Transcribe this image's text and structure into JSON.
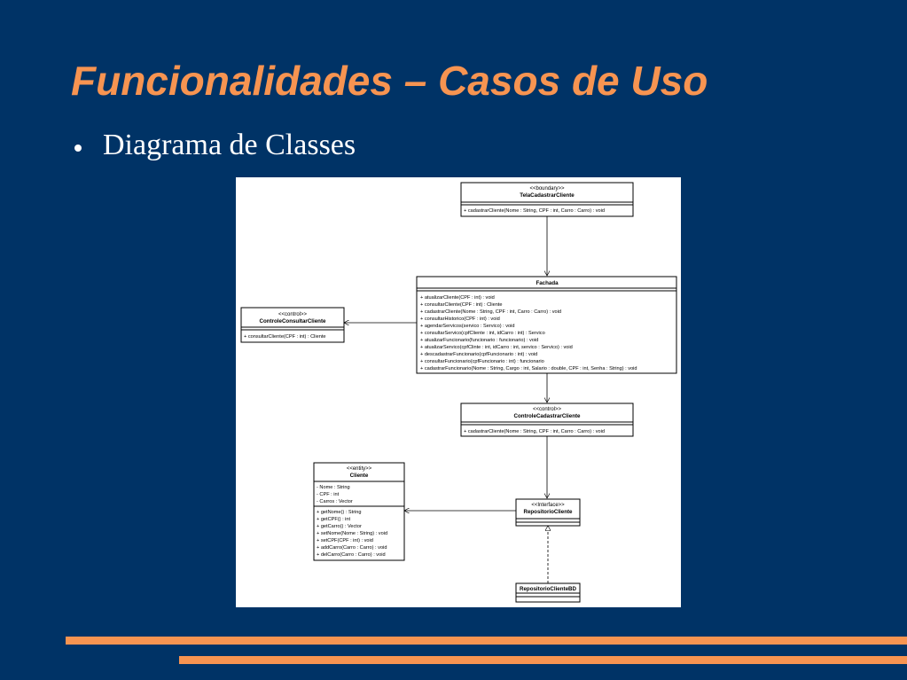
{
  "slide": {
    "title": "Funcionalidades – Casos de Uso",
    "bullet": "Diagrama de Classes",
    "accent_color": "#f79451",
    "background_color": "#003366"
  },
  "diagram": {
    "tela": {
      "stereotype": "<<boundary>>",
      "name": "TelaCadastrarCliente",
      "methods": [
        "+ cadastrarCliente(Nome : String, CPF : int, Carro : Carro) : void"
      ]
    },
    "fachada": {
      "name": "Fachada",
      "methods": [
        "+ atualizarCliente(CPF : int) : void",
        "+ consultarCliente(CPF : int) : Cliente",
        "+ cadastrarCliente(Nome : String, CPF : int, Carro : Carro) : void",
        "+ consultarHistorico(CPF : int) : void",
        "+ agendarServicos(servico : Servico) : void",
        "+ consultarServico(cpfCliente : int, idCarro : int) : Servico",
        "+ atualizarFuncionario(funcionario : funcionario) : void",
        "+ atualizarServico(cpfClinte : int, idCarro : int, servico : Servico) : void",
        "+ descadastrarFuncionario(cpfFuncionario : int) : void",
        "+ consultarFuncionario(cpfFuncionario : int) : funcionario",
        "+ cadastrarFuncionario(Nome : String, Cargo : int, Salario : double, CPF : int, Senha : String) : void"
      ]
    },
    "controle_consultar": {
      "stereotype": "<<control>>",
      "name": "ControleConsultarCliente",
      "methods": [
        "+ consultarCliente(CPF : int) : Cliente"
      ]
    },
    "controle_cadastrar": {
      "stereotype": "<<control>>",
      "name": "ControleCadastrarCliente",
      "methods": [
        "+ cadastrarCliente(Nome : String, CPF : int, Carro : Carro) : void"
      ]
    },
    "cliente": {
      "stereotype": "<<entity>>",
      "name": "Cliente",
      "attributes": [
        "- Nome : String",
        "- CPF : int",
        "- Carros : Vector"
      ],
      "methods": [
        "+ getNome() : String",
        "+ getCPF() : int",
        "+ getCarro() : Vector",
        "+ setNome(Nome : String) : void",
        "+ setCPF(CPF : int) : void",
        "+ addCarro(Carro : Carro) : void",
        "+ delCarro(Carro : Carro) : void"
      ]
    },
    "repositorio": {
      "stereotype": "<<Interface>>",
      "name": "RepositorioCliente"
    },
    "repositorio_bd": {
      "name": "RepositorioClienteBD"
    }
  }
}
